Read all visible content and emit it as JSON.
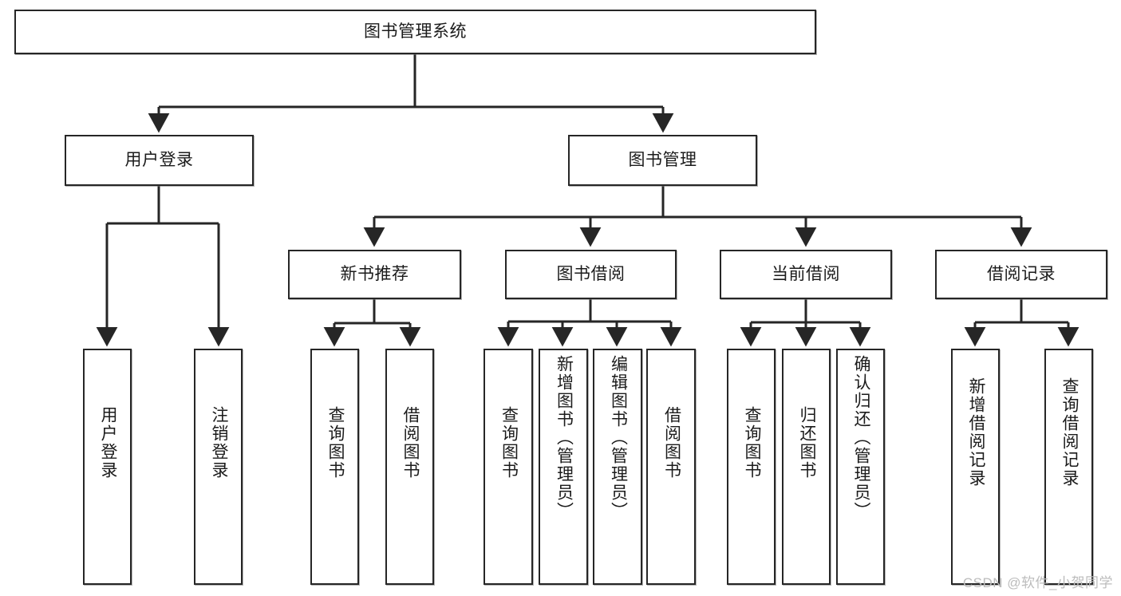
{
  "diagram": {
    "title": "图书管理系统",
    "type": "hierarchy-tree",
    "colors": {
      "box_border": "#262626",
      "box_fill": "#ffffff",
      "edge": "#262626",
      "text": "#1b1b1b",
      "watermark": "#bcbcbc"
    },
    "root": {
      "label": "图书管理系统"
    },
    "level2": [
      {
        "label": "用户登录"
      },
      {
        "label": "图书管理"
      }
    ],
    "level3": [
      {
        "label": "新书推荐"
      },
      {
        "label": "图书借阅"
      },
      {
        "label": "当前借阅"
      },
      {
        "label": "借阅记录"
      }
    ],
    "leaves": {
      "user_login": [
        {
          "label": "用户登录"
        },
        {
          "label": "注销登录"
        }
      ],
      "new_book_recommend": [
        {
          "label": "查询图书"
        },
        {
          "label": "借阅图书"
        }
      ],
      "book_borrow": [
        {
          "label": "查询图书"
        },
        {
          "label": "新增图书（管理员）"
        },
        {
          "label": "编辑图书（管理员）"
        },
        {
          "label": "借阅图书"
        }
      ],
      "current_borrow": [
        {
          "label": "查询图书"
        },
        {
          "label": "归还图书"
        },
        {
          "label": "确认归还（管理员）"
        }
      ],
      "borrow_record": [
        {
          "label": "新增借阅记录"
        },
        {
          "label": "查询借阅记录"
        }
      ]
    },
    "watermark": "CSDN @软件_小贺同学"
  }
}
